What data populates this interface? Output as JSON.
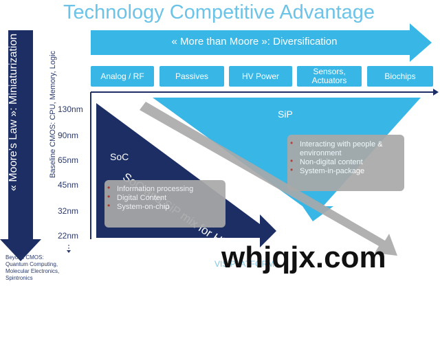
{
  "title": "Technology Competitive Advantage",
  "more_than_moore": "« More than Moore »: Diversification",
  "moores_law": "« Moore’s Law »: Miniaturization",
  "baseline": "Baseline CMOS: CPU, Memory, Logic",
  "categories": [
    "Analog / RF",
    "Passives",
    "HV Power",
    "Sensors, Actuators",
    "Biochips"
  ],
  "nodes": [
    "130nm",
    "90nm",
    "65nm",
    "45nm",
    "32nm",
    "22nm"
  ],
  "beyond_cmos": [
    "Beyond CMOS:",
    "Quantum Computing,",
    "Molecular Electronics,",
    "Spintronics"
  ],
  "sip": {
    "label": "SiP",
    "items": [
      "Interacting with people & environment",
      "Non-digital content",
      "System-in-package"
    ]
  },
  "soc": {
    "label": "SoC",
    "items": [
      "Information processing",
      "Digital Content",
      "System-on-chip"
    ]
  },
  "mix": "SoC and SiP mix for Higher Value Systems",
  "vis_platform": "VIS PLATFORM",
  "watermark": "whjqjx.com",
  "colors": {
    "light_blue": "#38b7e6",
    "title_blue": "#6cc3e8",
    "navy": "#1c2e63",
    "grey": "#a9a9a9",
    "bullet_red": "#c0392b"
  }
}
